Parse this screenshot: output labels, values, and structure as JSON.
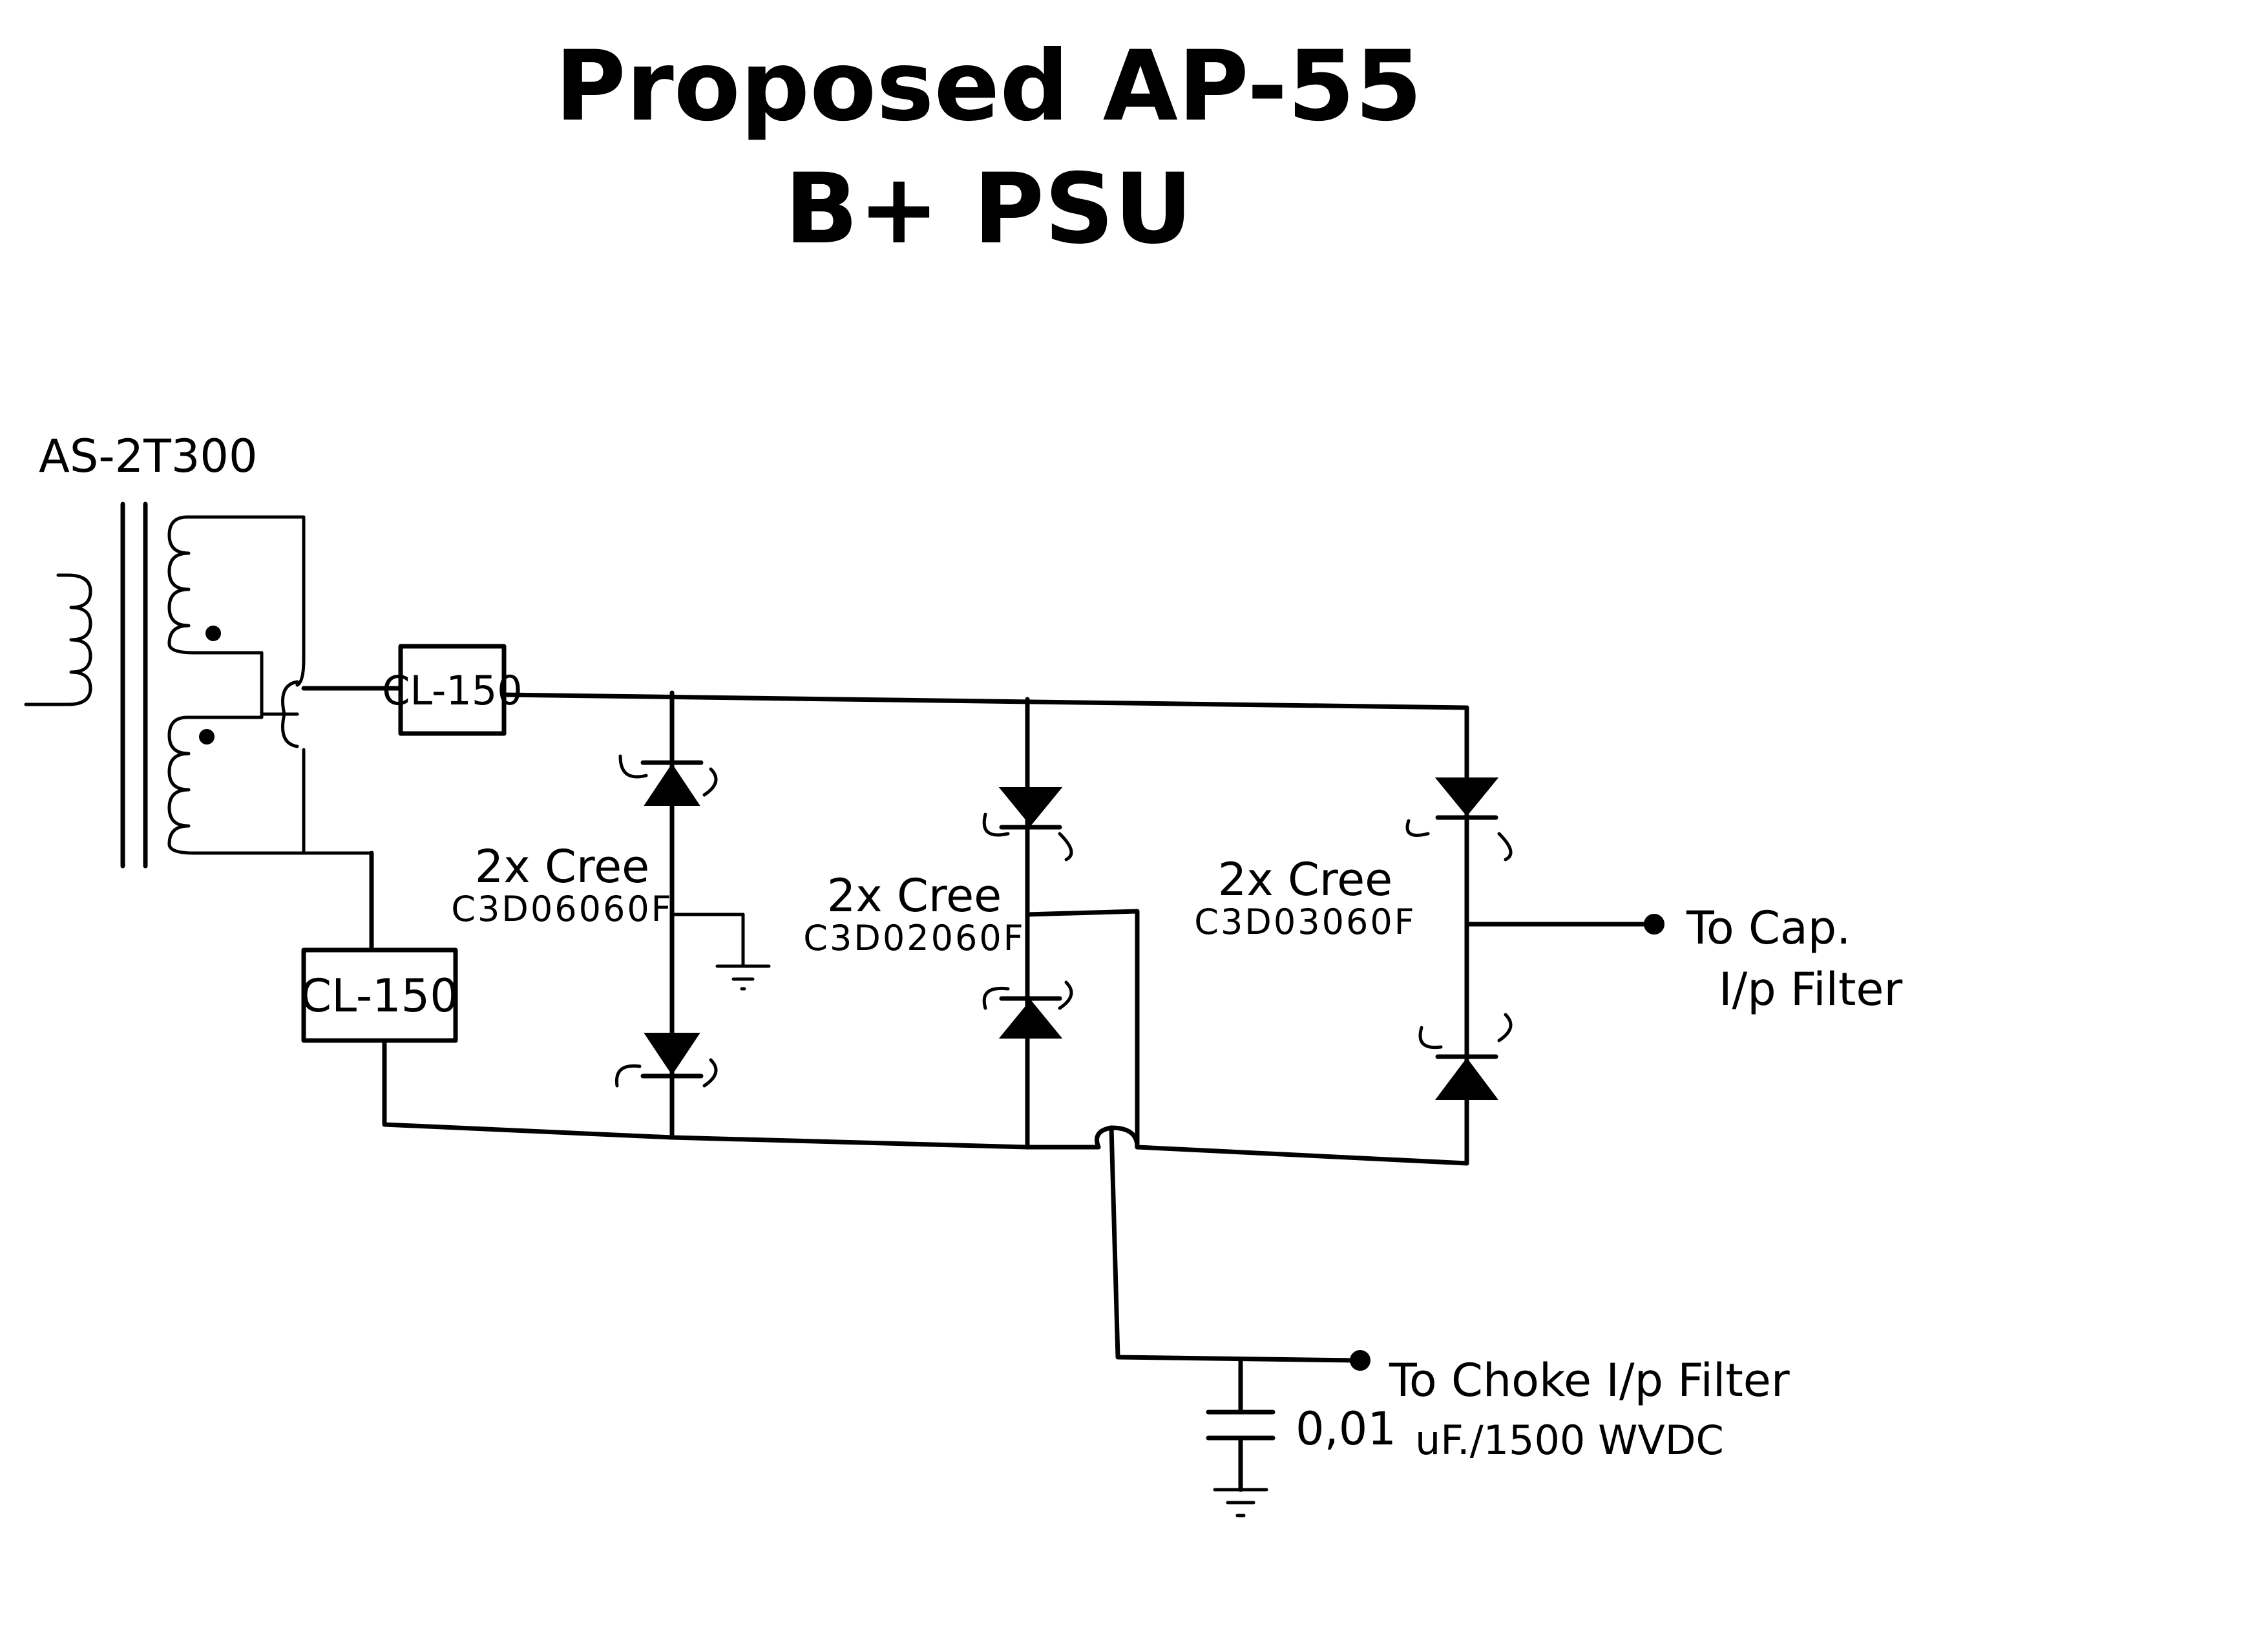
{
  "title": {
    "line1": "Proposed AP-55",
    "line2": "B+ PSU"
  },
  "transformer": {
    "label": "AS-2T300"
  },
  "current_limiters": [
    {
      "label": "CL-150"
    },
    {
      "label": "CL-150"
    }
  ],
  "diode_pairs": [
    {
      "qty": "2x Cree",
      "part": "C3D06060F"
    },
    {
      "qty": "2x Cree",
      "part": "C3D02060F"
    },
    {
      "qty": "2x Cree",
      "part": "C3D03060F"
    }
  ],
  "outputs": {
    "cap_line1": "To Cap.",
    "cap_line2": "I/p Filter",
    "choke": "To Choke I/p Filter"
  },
  "capacitor": {
    "value": "0,01",
    "rating": "uF./1500 WVDC"
  }
}
